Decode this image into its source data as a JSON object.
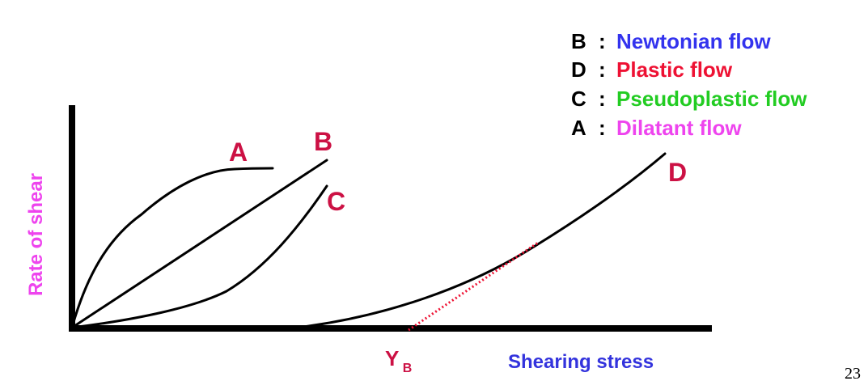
{
  "colors": {
    "curve": "#000000",
    "axis": "#000000",
    "curve_label": "#cc1144",
    "newtonian": "#3333ee",
    "plastic": "#ee1133",
    "pseudoplastic": "#22cc22",
    "dilatant": "#ee44ee",
    "y_axis_title": "#ee44ee",
    "x_axis_title": "#3333dd",
    "yield_marker": "#cc1144",
    "yield_line": "#ee1133",
    "page_number": "#000000"
  },
  "curves": {
    "a": {
      "label": "A"
    },
    "b": {
      "label": "B"
    },
    "c": {
      "label": "C"
    },
    "d": {
      "label": "D"
    }
  },
  "legend": [
    {
      "key": "B",
      "separator": ":",
      "text": "Newtonian flow",
      "color": "#3333ee"
    },
    {
      "key": "D",
      "separator": ":",
      "text": "Plastic flow",
      "color": "#ee1133"
    },
    {
      "key": "C",
      "separator": ":",
      "text": "Pseudoplastic flow",
      "color": "#22cc22"
    },
    {
      "key": "A",
      "separator": ":",
      "text": "Dilatant flow",
      "color": "#ee44ee"
    }
  ],
  "axes": {
    "y_title": "Rate of shear",
    "x_title": "Shearing stress"
  },
  "yield_marker": {
    "letter": "Y",
    "subscript": "B"
  },
  "page_number": "23"
}
